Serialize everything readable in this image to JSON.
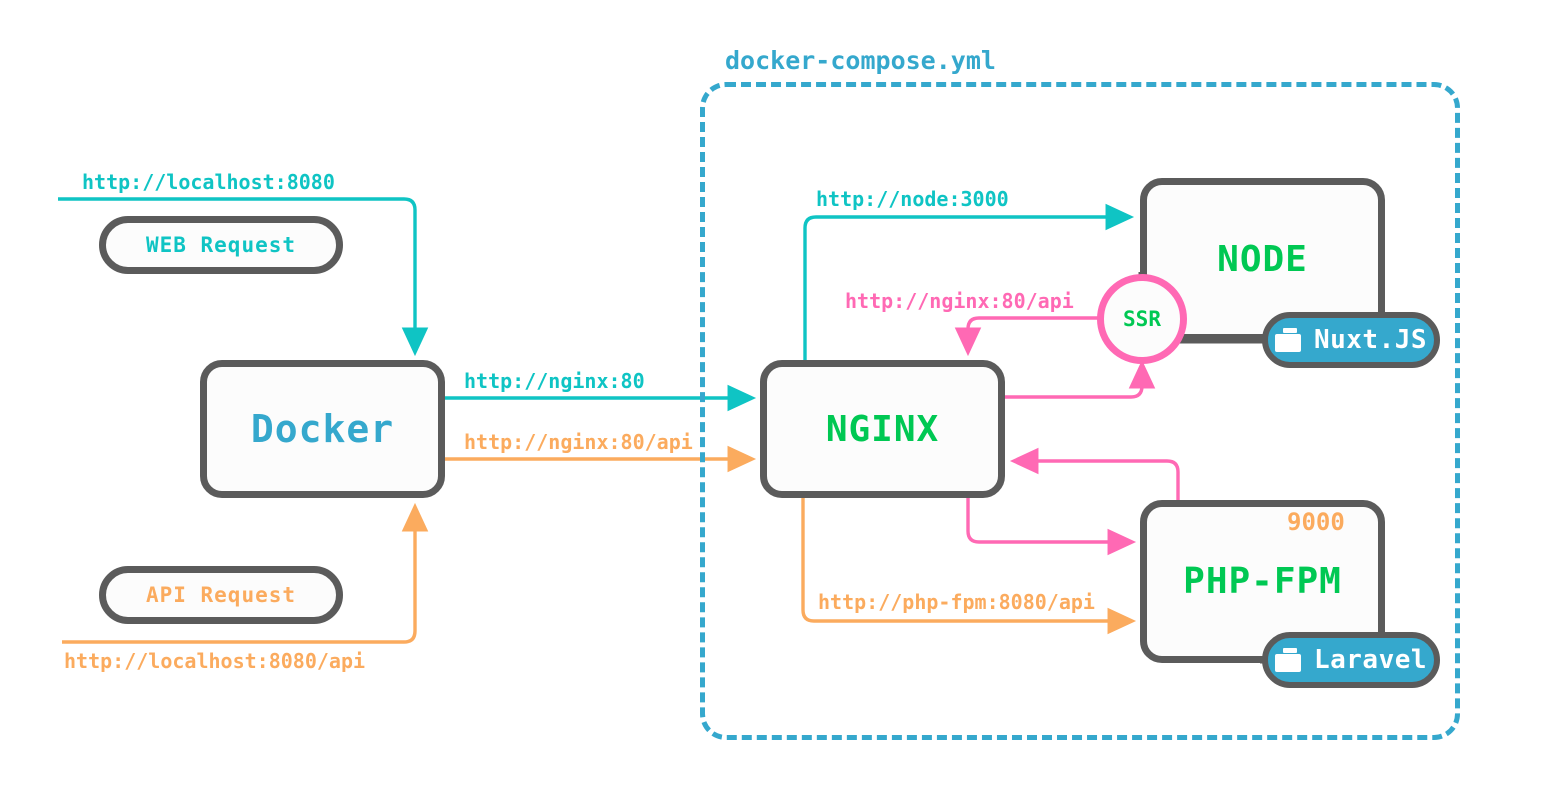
{
  "diagram": {
    "title": "docker-compose.yml",
    "colors": {
      "teal": "#0fc4c4",
      "orange": "#fbab5e",
      "pink": "#ff69b4",
      "green": "#00c853",
      "blue": "#35a8cd",
      "gray": "#5b5b5b",
      "white": "#ffffff"
    }
  },
  "entry_points": [
    {
      "id": "web-request",
      "label": "WEB Request",
      "color": "#0fc4c4"
    },
    {
      "id": "api-request",
      "label": "API Request",
      "color": "#fbab5e"
    }
  ],
  "nodes": [
    {
      "id": "docker",
      "label": "Docker",
      "color": "#35a8cd"
    },
    {
      "id": "nginx",
      "label": "NGINX",
      "color": "#00c853"
    },
    {
      "id": "node",
      "label": "NODE",
      "color": "#00c853"
    },
    {
      "id": "php-fpm",
      "label": "PHP-FPM",
      "color": "#00c853",
      "port": "9000"
    }
  ],
  "ssr": {
    "label": "SSR"
  },
  "tech_badges": [
    {
      "id": "nuxtjs",
      "label": "Nuxt.JS",
      "icon": "folder-icon"
    },
    {
      "id": "laravel",
      "label": "Laravel",
      "icon": "folder-icon"
    }
  ],
  "edge_labels": {
    "localhost_web": "http://localhost:8080",
    "localhost_api": "http://localhost:8080/api",
    "nginx_80": "http://nginx:80",
    "nginx_80_api": "http://nginx:80/api",
    "node_3000": "http://node:3000",
    "nginx_80_api_ssr": "http://nginx:80/api",
    "php_fpm_8080_api": "http://php-fpm:8080/api"
  }
}
